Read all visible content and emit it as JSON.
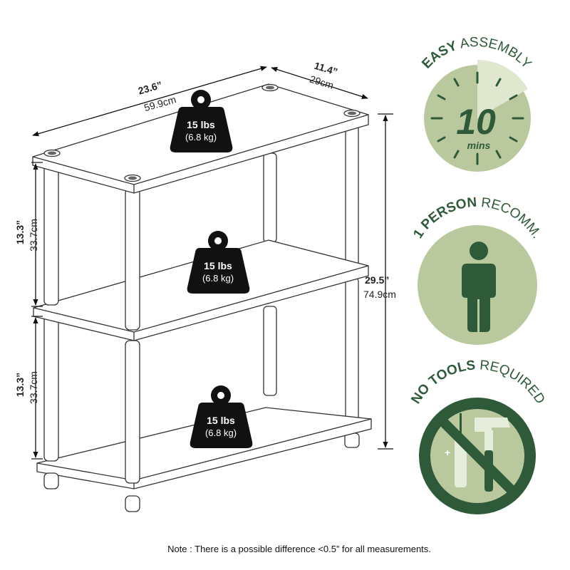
{
  "dimensions": {
    "width_in": "23.6”",
    "width_cm": "59.9cm",
    "depth_in": "11.4”",
    "depth_cm": "29cm",
    "height_in": "29.5”",
    "height_cm": "74.9cm",
    "tier_upper_in": "13.3”",
    "tier_upper_cm": "33.7cm",
    "tier_lower_in": "13.3”",
    "tier_lower_cm": "33.7cm"
  },
  "weights": [
    {
      "lbs": "15 lbs",
      "kg": "(6.8 kg)"
    },
    {
      "lbs": "15 lbs",
      "kg": "(6.8 kg)"
    },
    {
      "lbs": "15 lbs",
      "kg": "(6.8 kg)"
    }
  ],
  "badges": {
    "assembly": {
      "bold": "EASY",
      "rest": " ASSEMBLY",
      "number": "10",
      "unit": "mins",
      "icon": "clock-icon"
    },
    "person": {
      "bold": "1 PERSON",
      "rest": " RECOMM.",
      "icon": "person-icon"
    },
    "tools": {
      "bold": "NO TOOLS",
      "rest": " REQUIRED",
      "icon": "no-tools-icon"
    }
  },
  "colors": {
    "badge_light": "#b9c89d",
    "badge_dark": "#2f5a3a",
    "weight_black": "#111111"
  },
  "note": "Note : There is a possible difference <0.5” for all measurements."
}
